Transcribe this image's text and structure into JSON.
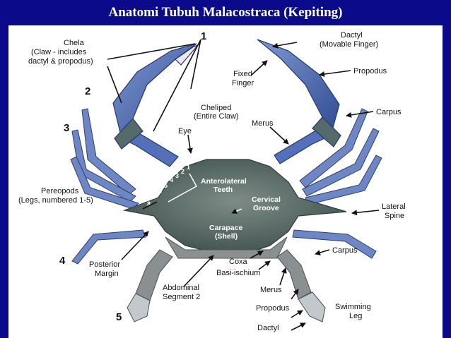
{
  "title": "Anatomi Tubuh Malacostraca (Kepiting)",
  "labels": {
    "chela_1": "Chela",
    "chela_2": "(Claw - includes",
    "chela_3": "dactyl & propodus)",
    "num_1": "1",
    "num_2": "2",
    "num_3": "3",
    "num_4": "4",
    "num_5": "5",
    "cheliped_1": "Cheliped",
    "cheliped_2": "(Entire Claw)",
    "eye": "Eye",
    "pereopods_1": "Pereopods",
    "pereopods_2": "(Legs, numbered 1-5)",
    "posterior_1": "Posterior",
    "posterior_2": "Margin",
    "abdominal_1": "Abdominal",
    "abdominal_2": "Segment 2",
    "dactyl_top_1": "Dactyl",
    "dactyl_top_2": "(Movable Finger)",
    "fixed_1": "Fixed",
    "fixed_2": "Finger",
    "propodus_top": "Propodus",
    "merus_top": "Merus",
    "carpus_top": "Carpus",
    "lateral_1": "Lateral",
    "lateral_2": "Spine",
    "carpus_bottom": "Carpus",
    "coxa": "Coxa",
    "basi": "Basi-ischium",
    "merus_bottom": "Merus",
    "propodus_bottom": "Propodus",
    "dactyl_bottom": "Dactyl",
    "swimming_1": "Swimming",
    "swimming_2": "Leg",
    "antero_1": "Anterolateral",
    "antero_2": "Teeth",
    "cervical_1": "Cervical",
    "cervical_2": "Groove",
    "carapace_1": "Carapace",
    "carapace_2": "(Shell)",
    "teeth": [
      "1",
      "2",
      "3",
      "4",
      "5",
      "6",
      "7",
      "8"
    ]
  },
  "colors": {
    "background": "#0a0a8a",
    "panel": "#ffffff",
    "carapace": "#556b6a",
    "claw_blue": "#4e6bb5",
    "leg_blue": "#6f86c4",
    "underside": "#8a8f92"
  }
}
